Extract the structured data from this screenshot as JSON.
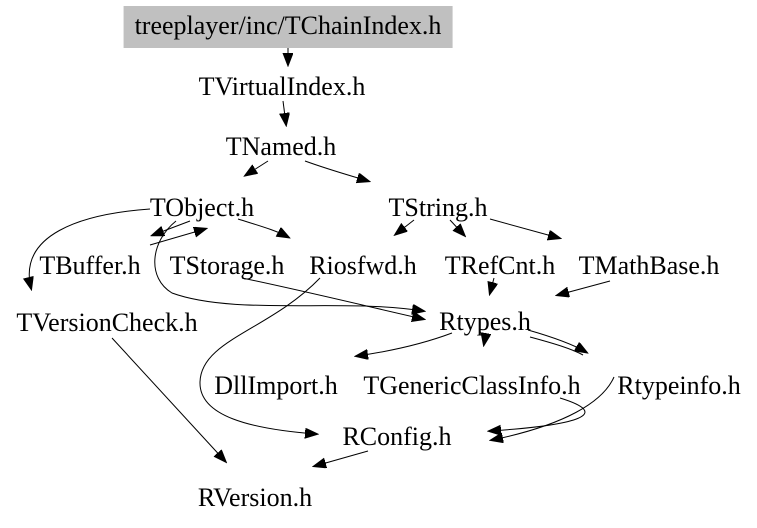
{
  "diagram": {
    "type": "include-dependency-graph",
    "root_label": "treeplayer/inc/TChainIndex.h",
    "colors": {
      "root_fill": "#c0c0c0",
      "text": "#000000",
      "edge": "#000000",
      "background": "#ffffff"
    }
  },
  "nodes": [
    {
      "id": "tchainindex",
      "label": "treeplayer/inc/TChainIndex.h"
    },
    {
      "id": "tvirtualindex",
      "label": "TVirtualIndex.h"
    },
    {
      "id": "tnamed",
      "label": "TNamed.h"
    },
    {
      "id": "tobject",
      "label": "TObject.h"
    },
    {
      "id": "tstring",
      "label": "TString.h"
    },
    {
      "id": "tbuffer",
      "label": "TBuffer.h"
    },
    {
      "id": "tstorage",
      "label": "TStorage.h"
    },
    {
      "id": "riosfwd",
      "label": "Riosfwd.h"
    },
    {
      "id": "trefcnt",
      "label": "TRefCnt.h"
    },
    {
      "id": "tmathbase",
      "label": "TMathBase.h"
    },
    {
      "id": "tversioncheck",
      "label": "TVersionCheck.h"
    },
    {
      "id": "rtypes",
      "label": "Rtypes.h"
    },
    {
      "id": "dllimport",
      "label": "DllImport.h"
    },
    {
      "id": "tgenericclassinfo",
      "label": "TGenericClassInfo.h"
    },
    {
      "id": "rtypeinfo",
      "label": "Rtypeinfo.h"
    },
    {
      "id": "rconfig",
      "label": "RConfig.h"
    },
    {
      "id": "rversion",
      "label": "RVersion.h"
    }
  ],
  "edges": [
    {
      "from": "tchainindex",
      "to": "tvirtualindex"
    },
    {
      "from": "tvirtualindex",
      "to": "tnamed"
    },
    {
      "from": "tnamed",
      "to": "tobject"
    },
    {
      "from": "tnamed",
      "to": "tstring"
    },
    {
      "from": "tobject",
      "to": "tbuffer"
    },
    {
      "from": "tbuffer",
      "to": "tobject"
    },
    {
      "from": "tobject",
      "to": "riosfwd"
    },
    {
      "from": "tobject",
      "to": "tversioncheck"
    },
    {
      "from": "tobject",
      "to": "rtypes"
    },
    {
      "from": "tstorage",
      "to": "rtypes"
    },
    {
      "from": "tstring",
      "to": "riosfwd"
    },
    {
      "from": "tstring",
      "to": "trefcnt"
    },
    {
      "from": "tstring",
      "to": "tmathbase"
    },
    {
      "from": "trefcnt",
      "to": "rtypes"
    },
    {
      "from": "tmathbase",
      "to": "rtypes"
    },
    {
      "from": "riosfwd",
      "to": "rconfig"
    },
    {
      "from": "rtypes",
      "to": "dllimport"
    },
    {
      "from": "rtypes",
      "to": "tgenericclassinfo"
    },
    {
      "from": "rtypes",
      "to": "rtypeinfo"
    },
    {
      "from": "tgenericclassinfo",
      "to": "rconfig"
    },
    {
      "from": "rtypeinfo",
      "to": "rconfig"
    },
    {
      "from": "rconfig",
      "to": "rversion"
    },
    {
      "from": "tversioncheck",
      "to": "rversion"
    }
  ]
}
